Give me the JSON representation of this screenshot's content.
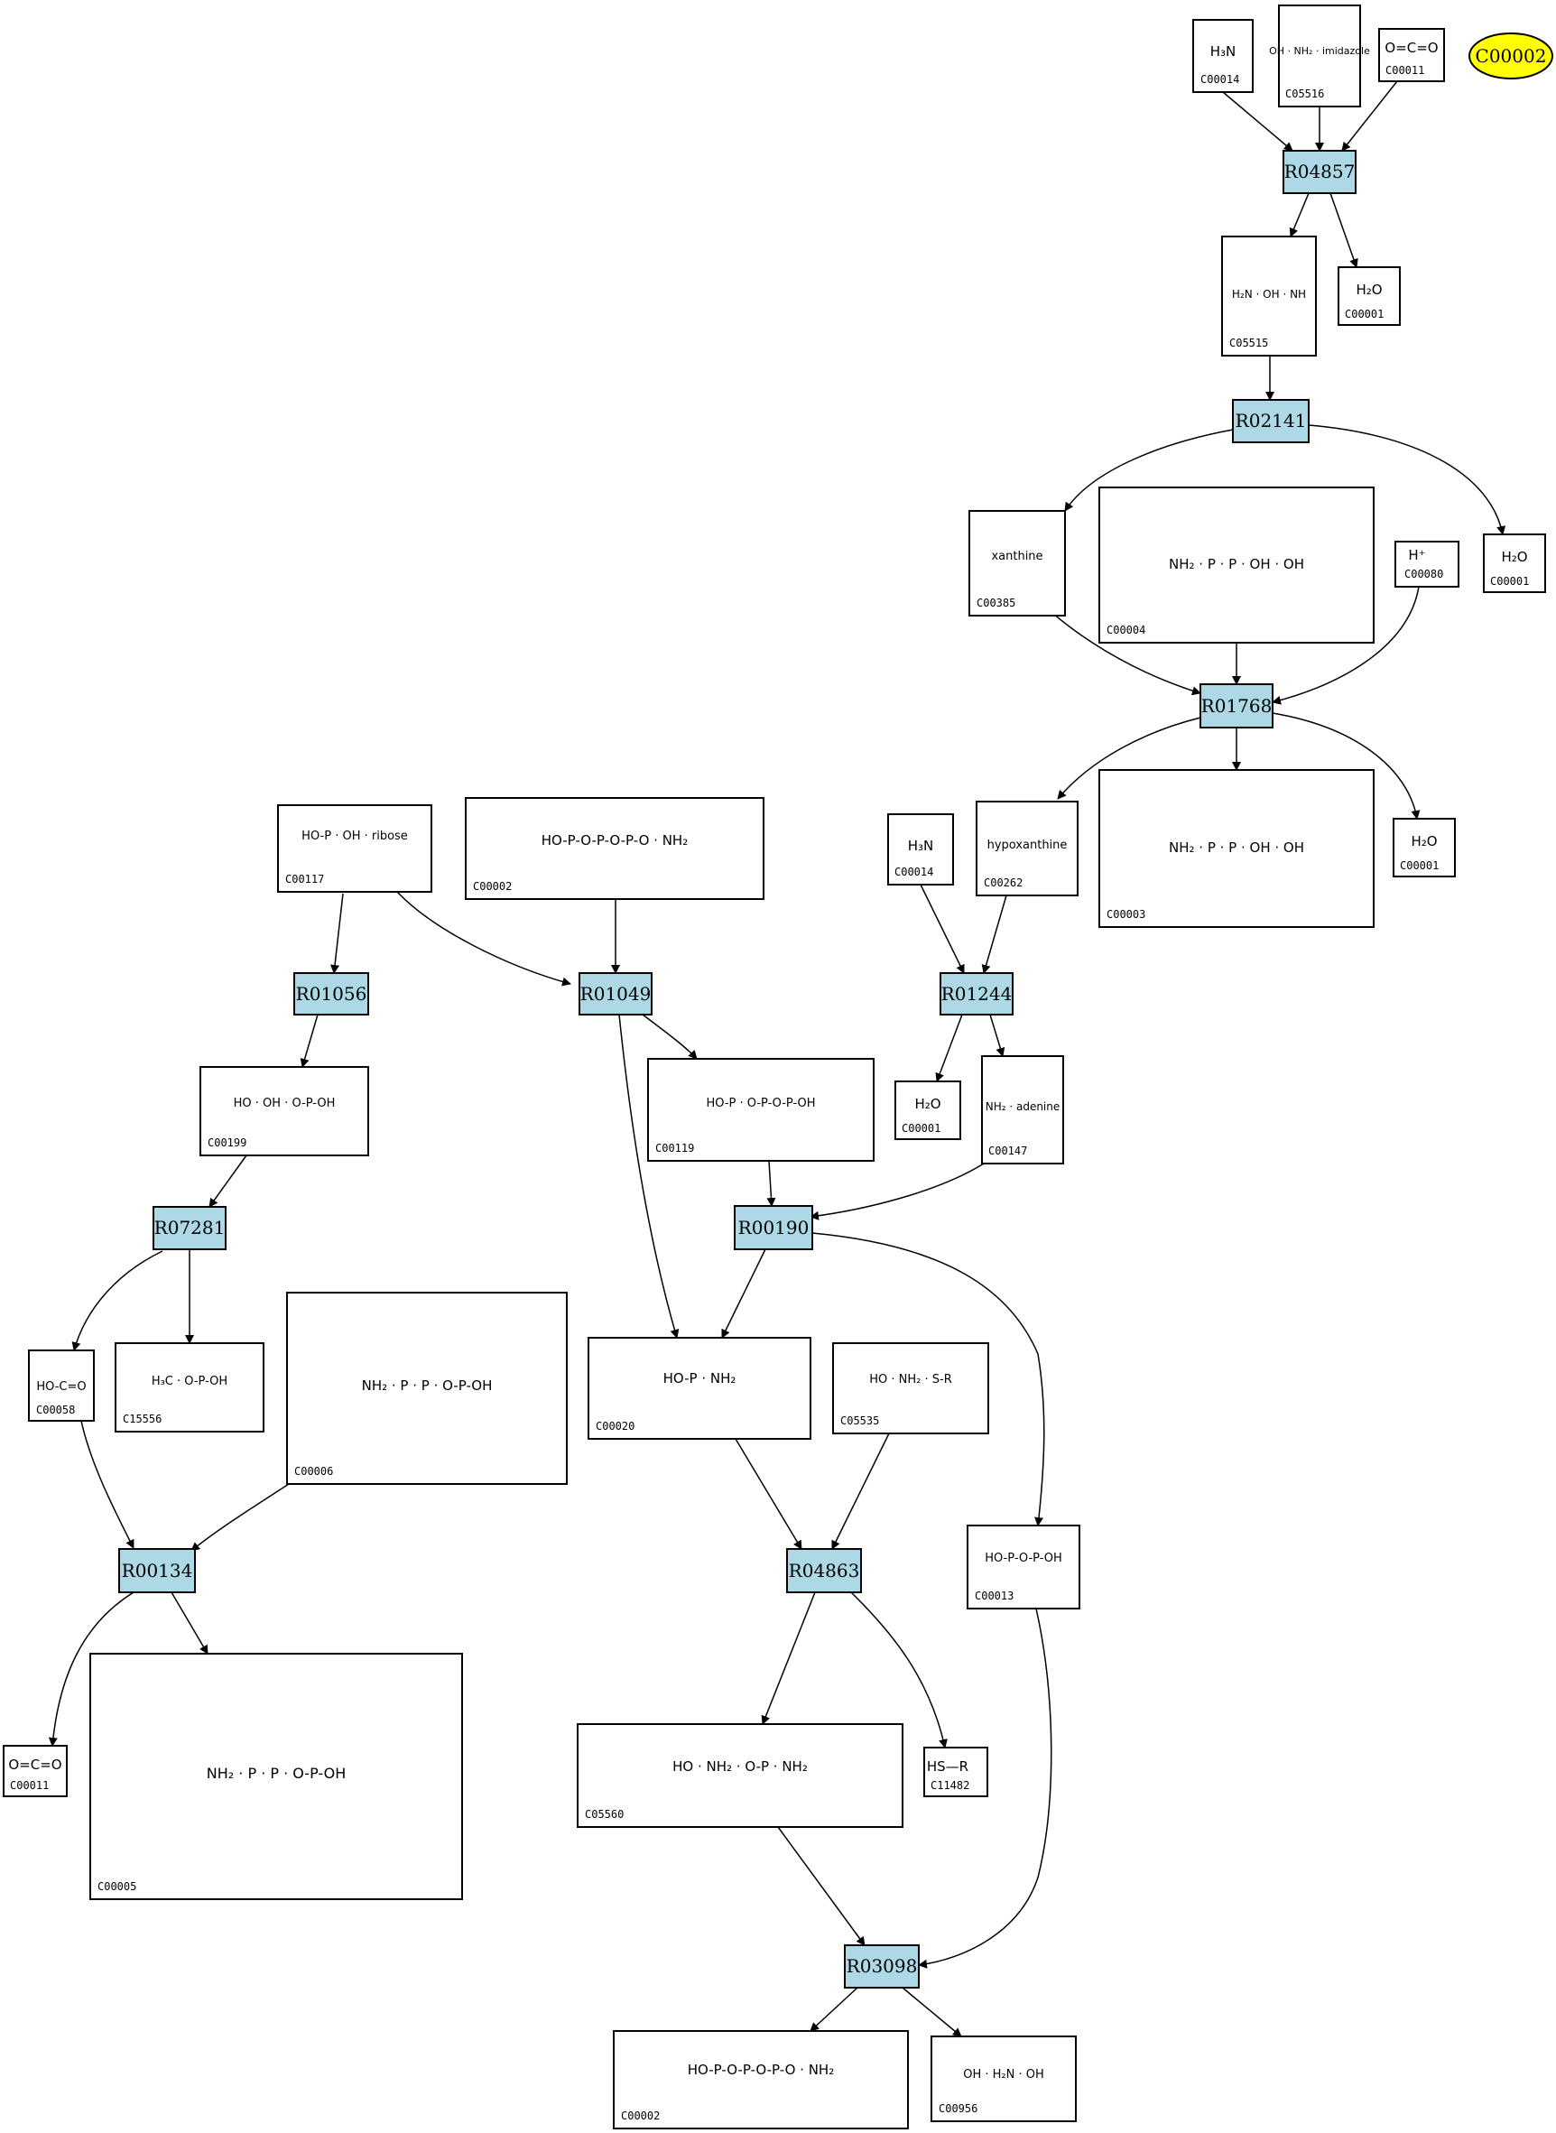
{
  "selected": {
    "label": "C00002",
    "color": "#ffff00"
  },
  "colors": {
    "reaction_fill": "#add8e6",
    "selected_fill": "#ffff00"
  },
  "compounds": {
    "C00014_a": {
      "id": "C00014",
      "structure": "H₃N"
    },
    "C05516": {
      "id": "C05516",
      "structure": "OH · NH₂ · imidazole"
    },
    "C00011_a": {
      "id": "C00011",
      "structure": "O=C=O"
    },
    "C05515": {
      "id": "C05515",
      "structure": "H₂N · OH · NH"
    },
    "C00001_a": {
      "id": "C00001",
      "structure": "H₂O"
    },
    "C00385": {
      "id": "C00385",
      "structure": "xanthine"
    },
    "C00004": {
      "id": "C00004",
      "structure": "NH₂ · P · P · OH · OH"
    },
    "C00080": {
      "id": "C00080",
      "structure": "H⁺"
    },
    "C00001_b": {
      "id": "C00001",
      "structure": "H₂O"
    },
    "C00262": {
      "id": "C00262",
      "structure": "hypoxanthine"
    },
    "C00003": {
      "id": "C00003",
      "structure": "NH₂ · P · P · OH · OH"
    },
    "C00001_c": {
      "id": "C00001",
      "structure": "H₂O"
    },
    "C00117": {
      "id": "C00117",
      "structure": "HO-P · OH · ribose"
    },
    "C00002_a": {
      "id": "C00002",
      "structure": "HO-P-O-P-O-P-O · NH₂"
    },
    "C00014_b": {
      "id": "C00014",
      "structure": "H₃N"
    },
    "C00199": {
      "id": "C00199",
      "structure": "HO · OH · O-P-OH"
    },
    "C00119": {
      "id": "C00119",
      "structure": "HO-P · O-P-O-P-OH"
    },
    "C00001_d": {
      "id": "C00001",
      "structure": "H₂O"
    },
    "C00147": {
      "id": "C00147",
      "structure": "NH₂ · adenine"
    },
    "C00058": {
      "id": "C00058",
      "structure": "HO-C=O"
    },
    "C15556": {
      "id": "C15556",
      "structure": "H₃C · O-P-OH"
    },
    "C00006": {
      "id": "C00006",
      "structure": "NH₂ · P · P · O-P-OH"
    },
    "C00020": {
      "id": "C00020",
      "structure": "HO-P · NH₂"
    },
    "C05535": {
      "id": "C05535",
      "structure": "HO · NH₂ · S-R"
    },
    "C00013": {
      "id": "C00013",
      "structure": "HO-P-O-P-OH"
    },
    "C00011_b": {
      "id": "C00011",
      "structure": "O=C=O"
    },
    "C00005": {
      "id": "C00005",
      "structure": "NH₂ · P · P · O-P-OH"
    },
    "C05560": {
      "id": "C05560",
      "structure": "HO · NH₂ · O-P · NH₂"
    },
    "C11482": {
      "id": "C11482",
      "structure": "HS—R"
    },
    "C00002_b": {
      "id": "C00002",
      "structure": "HO-P-O-P-O-P-O · NH₂"
    },
    "C00956": {
      "id": "C00956",
      "structure": "OH · H₂N · OH"
    }
  },
  "reactions": {
    "R04857": "R04857",
    "R02141": "R02141",
    "R01768": "R01768",
    "R01244": "R01244",
    "R01056": "R01056",
    "R01049": "R01049",
    "R07281": "R07281",
    "R00190": "R00190",
    "R00134": "R00134",
    "R04863": "R04863",
    "R03098": "R03098"
  }
}
